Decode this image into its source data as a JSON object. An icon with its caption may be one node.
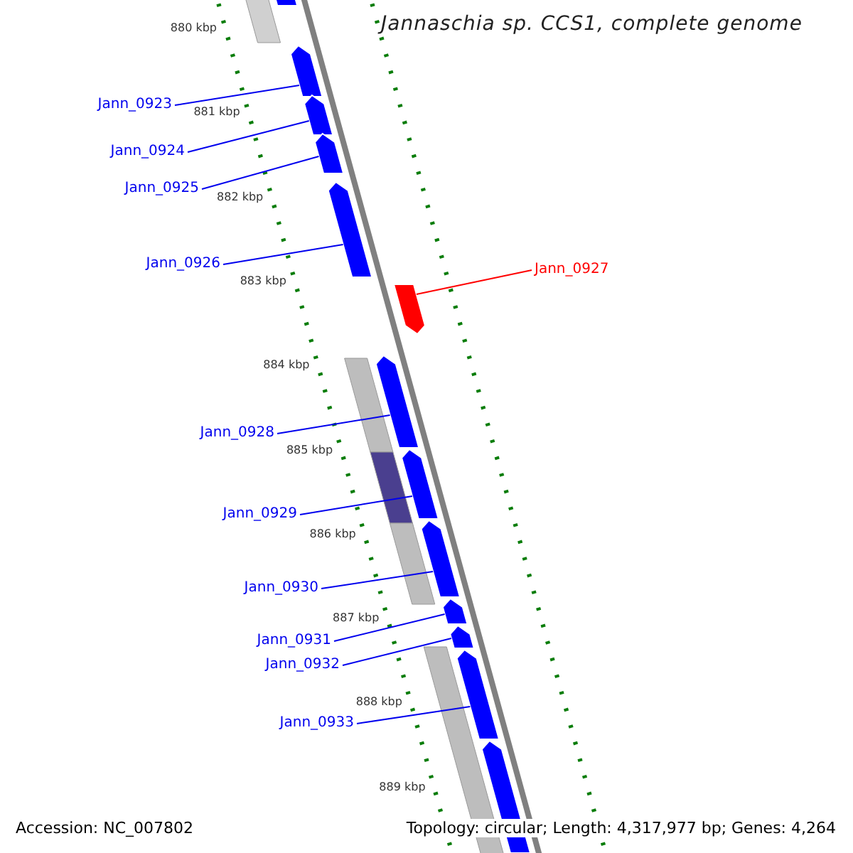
{
  "diagram": {
    "title": "Jannaschia sp. CCS1, complete genome",
    "nodes": [
      {
        "text": [],
        "shape": "arrow"
      },
      {
        "text": [
          "Jann_0923"
        ]
      },
      {
        "text": [],
        "shape": "arrow"
      },
      {
        "text": [
          "Jann_0924"
        ]
      },
      {
        "text": [],
        "shape": "arrow"
      },
      {
        "text": [
          "Jann_0925"
        ]
      },
      {
        "text": [],
        "shape": "arrow"
      },
      {
        "text": [
          "Jann_0926"
        ]
      },
      {
        "text": [],
        "shape": "arrow"
      },
      {
        "text": [
          "Jann_0927"
        ]
      },
      {
        "text": [],
        "shape": "arrow"
      },
      {
        "text": [
          "Jann_0928"
        ]
      },
      {
        "text": [],
        "shape": "arrow"
      },
      {
        "text": [
          "Jann_0929"
        ]
      },
      {
        "text": [],
        "shape": "arrow"
      },
      {
        "text": [
          "Jann_0930"
        ]
      },
      {
        "text": [],
        "shape": "arrow"
      },
      {
        "text": [
          "Jann_0931"
        ]
      },
      {
        "text": [],
        "shape": "arrow"
      },
      {
        "text": [
          "Jann_0932"
        ]
      },
      {
        "text": [],
        "shape": "arrow"
      },
      {
        "text": [
          "Jann_0933"
        ]
      },
      {
        "text": [],
        "shape": "arrow"
      },
      {
        "text": [],
        "shape": "arrow"
      }
    ],
    "edges": [
      {
        "from": 1,
        "to": 2,
        "arrow": "none"
      },
      {
        "from": 3,
        "to": 4,
        "arrow": "none"
      },
      {
        "from": 5,
        "to": 6,
        "arrow": "none"
      },
      {
        "from": 7,
        "to": 8,
        "arrow": "none"
      },
      {
        "from": 9,
        "to": 10,
        "arrow": "none",
        "color": "#ff0000"
      },
      {
        "from": 11,
        "to": 12,
        "arrow": "none"
      },
      {
        "from": 13,
        "to": 14,
        "arrow": "none"
      },
      {
        "from": 15,
        "to": 16,
        "arrow": "none"
      },
      {
        "from": 17,
        "to": 18,
        "arrow": "none"
      },
      {
        "from": 19,
        "to": 20,
        "arrow": "none"
      },
      {
        "from": 21,
        "to": 22,
        "arrow": "none"
      }
    ],
    "labels": [
      "880 kbp",
      "881 kbp",
      "882 kbp",
      "883 kbp",
      "884 kbp",
      "885 kbp",
      "886 kbp",
      "887 kbp",
      "888 kbp",
      "889 kbp",
      "Accession: NC_007802",
      "Topology: circular; Length: 4,317,977 bp; Genes: 4,264"
    ]
  }
}
